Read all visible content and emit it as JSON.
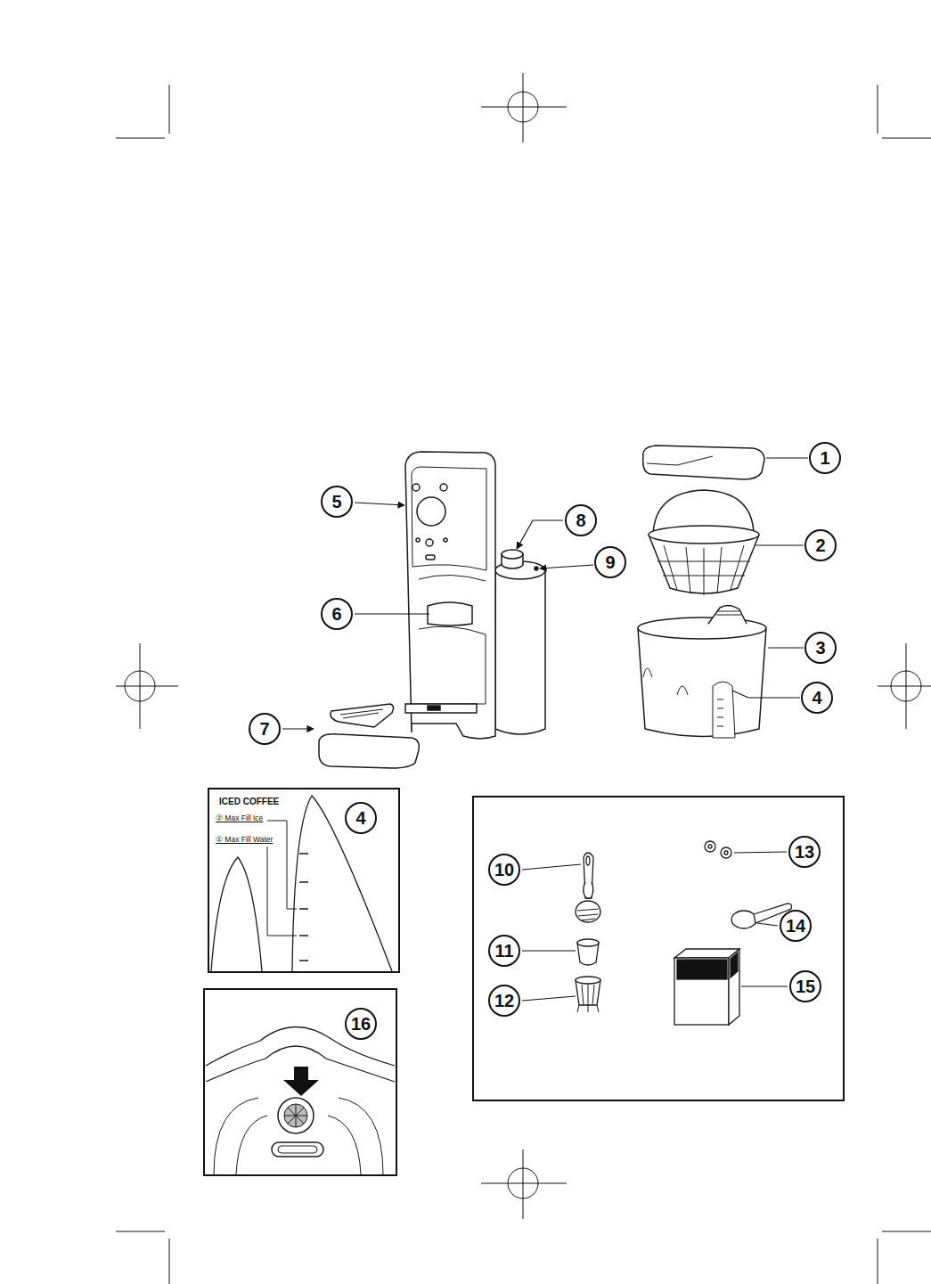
{
  "diagram": {
    "nodes": [
      {
        "text": [
          "1"
        ]
      },
      {
        "text": [
          "5"
        ]
      },
      {
        "text": [
          "8"
        ]
      },
      {
        "text": [
          "2"
        ]
      },
      {
        "text": [
          "9"
        ]
      },
      {
        "text": [
          "6"
        ]
      },
      {
        "text": [
          "3"
        ]
      },
      {
        "text": [
          "4"
        ]
      },
      {
        "text": [
          "7"
        ]
      },
      {
        "text": [
          "ICED COFFEE",
          "② Max Fill Ice",
          "① Max Fill Water"
        ]
      },
      {
        "text": [
          "4"
        ],
        "in": 9
      },
      {
        "text": [
          "13"
        ]
      },
      {
        "text": [
          "10"
        ]
      },
      {
        "text": [
          "14"
        ]
      },
      {
        "text": [
          "11"
        ]
      },
      {
        "text": [
          "15"
        ]
      },
      {
        "text": [
          "12"
        ]
      },
      {
        "text": [
          "16"
        ]
      }
    ]
  }
}
